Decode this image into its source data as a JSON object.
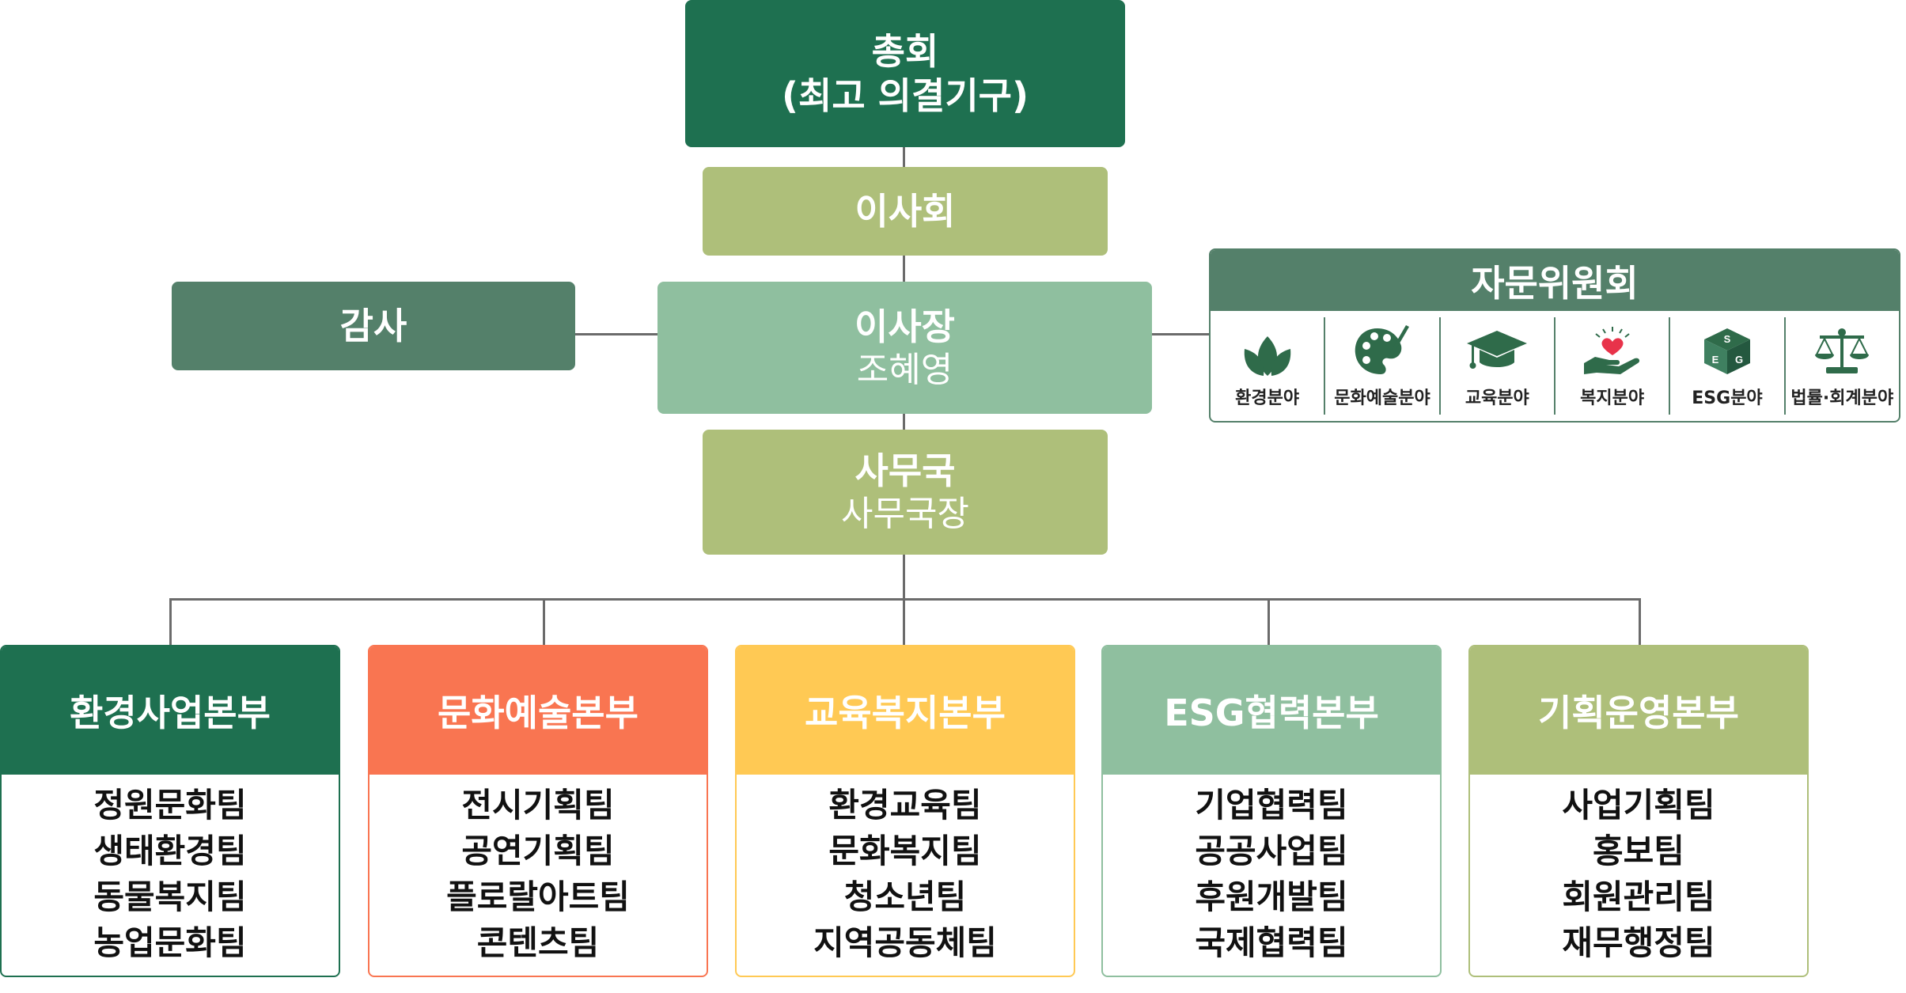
{
  "colors": {
    "dark_green": "#1e7050",
    "olive": "#aebf7a",
    "mint": "#8fbf9f",
    "mid_green": "#54806a",
    "orange": "#f97551",
    "yellow": "#ffc954",
    "connector": "#6b6b6b"
  },
  "general_assembly": {
    "title": "총회",
    "subtitle": "(최고 의결기구)"
  },
  "board": {
    "title": "이사회"
  },
  "audit": {
    "title": "감사"
  },
  "chairman": {
    "title": "이사장",
    "name": "조혜영"
  },
  "secretariat": {
    "title": "사무국",
    "subtitle": "사무국장"
  },
  "advisory": {
    "title": "자문위원회",
    "fields": [
      {
        "label": "환경분야",
        "icon": "leaf-icon"
      },
      {
        "label": "문화예술분야",
        "icon": "palette-icon"
      },
      {
        "label": "교육분야",
        "icon": "graduation-cap-icon"
      },
      {
        "label": "복지분야",
        "icon": "heart-hand-icon"
      },
      {
        "label": "ESG분야",
        "icon": "esg-cube-icon"
      },
      {
        "label": "법률·회계분야",
        "icon": "scales-icon"
      }
    ]
  },
  "divisions": [
    {
      "title": "환경사업본부",
      "color": "#1e7050",
      "teams": [
        "정원문화팀",
        "생태환경팀",
        "동물복지팀",
        "농업문화팀"
      ]
    },
    {
      "title": "문화예술본부",
      "color": "#f97551",
      "teams": [
        "전시기획팀",
        "공연기획팀",
        "플로랄아트팀",
        "콘텐츠팀"
      ]
    },
    {
      "title": "교육복지본부",
      "color": "#ffc954",
      "teams": [
        "환경교육팀",
        "문화복지팀",
        "청소년팀",
        "지역공동체팀"
      ]
    },
    {
      "title": "ESG협력본부",
      "color": "#8fbf9f",
      "teams": [
        "기업협력팀",
        "공공사업팀",
        "후원개발팀",
        "국제협력팀"
      ]
    },
    {
      "title": "기획운영본부",
      "color": "#aebf7a",
      "teams": [
        "사업기획팀",
        "홍보팀",
        "회원관리팀",
        "재무행정팀"
      ]
    }
  ]
}
